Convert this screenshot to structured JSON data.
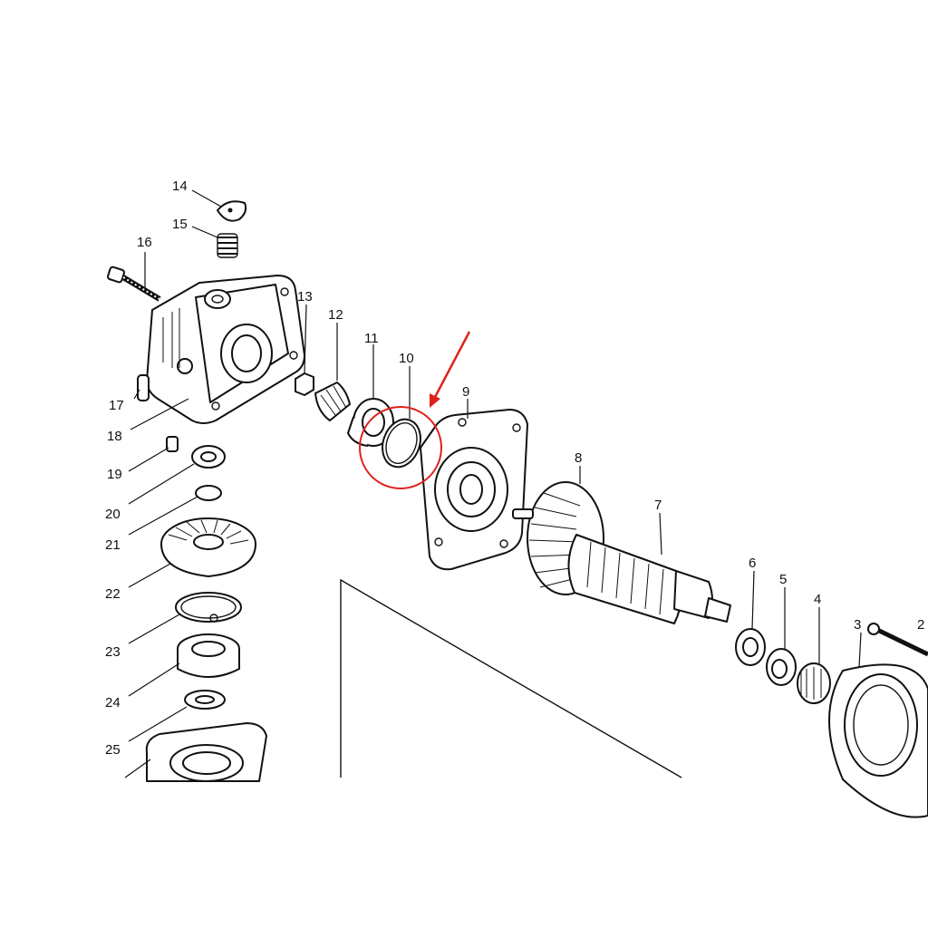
{
  "diagram": {
    "callouts": [
      {
        "id": "14",
        "label": "14"
      },
      {
        "id": "15",
        "label": "15"
      },
      {
        "id": "16",
        "label": "16"
      },
      {
        "id": "13",
        "label": "13"
      },
      {
        "id": "12",
        "label": "12"
      },
      {
        "id": "11",
        "label": "11"
      },
      {
        "id": "10",
        "label": "10"
      },
      {
        "id": "9",
        "label": "9"
      },
      {
        "id": "17",
        "label": "17"
      },
      {
        "id": "18",
        "label": "18"
      },
      {
        "id": "19",
        "label": "19"
      },
      {
        "id": "20",
        "label": "20"
      },
      {
        "id": "21",
        "label": "21"
      },
      {
        "id": "22",
        "label": "22"
      },
      {
        "id": "23",
        "label": "23"
      },
      {
        "id": "24",
        "label": "24"
      },
      {
        "id": "25",
        "label": "25"
      },
      {
        "id": "8",
        "label": "8"
      },
      {
        "id": "7",
        "label": "7"
      },
      {
        "id": "6",
        "label": "6"
      },
      {
        "id": "5",
        "label": "5"
      },
      {
        "id": "4",
        "label": "4"
      },
      {
        "id": "3",
        "label": "3"
      },
      {
        "id": "2",
        "label": "2"
      }
    ],
    "highlight": {
      "part": "10",
      "color": "#e0211b"
    },
    "line_color": "#111111",
    "background": "#ffffff"
  }
}
